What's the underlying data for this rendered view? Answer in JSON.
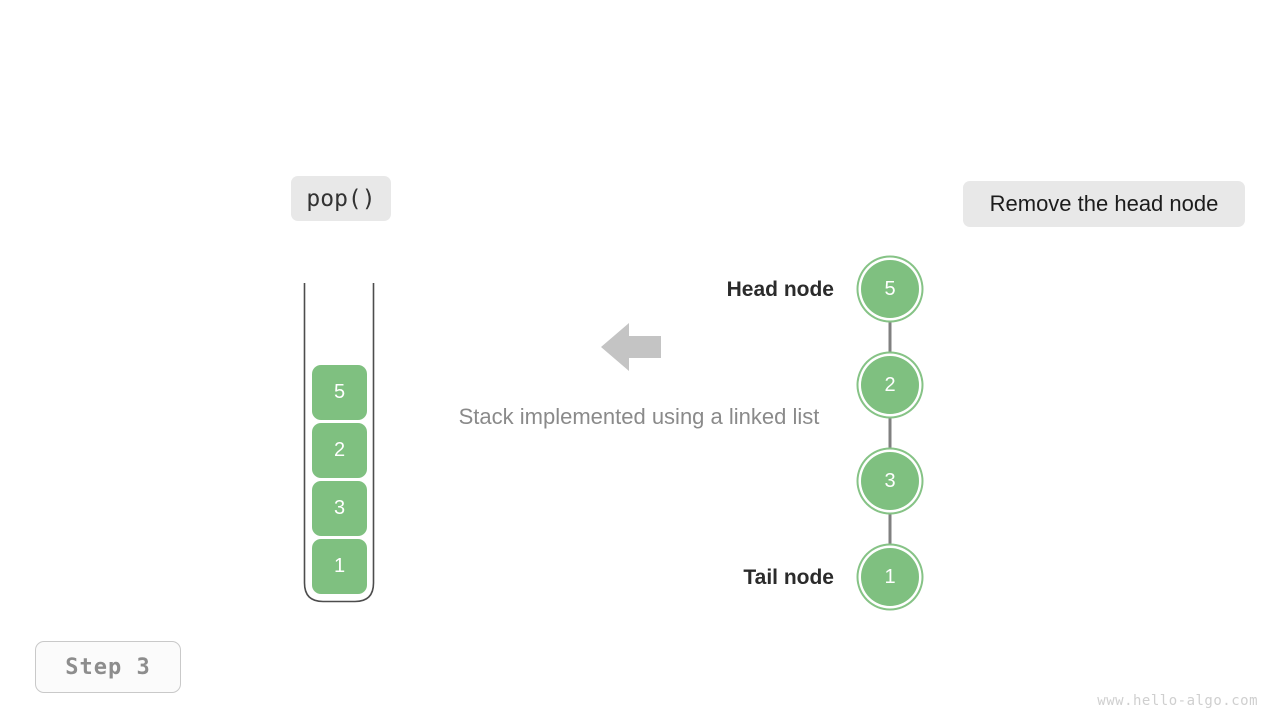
{
  "operation": {
    "label": "pop()"
  },
  "action": {
    "label": "Remove the head node"
  },
  "caption": {
    "text": "Stack implemented using a linked list"
  },
  "step": {
    "label": "Step 3"
  },
  "watermark": {
    "text": "www.hello-algo.com"
  },
  "colors": {
    "node_fill": "#7fc080",
    "node_ring": "#86c386",
    "chip_bg": "#e8e8e8",
    "arrow_gray": "#c4c4c4",
    "link_arrow": "#808080",
    "caption_text": "#8a8a8a",
    "step_text": "#8d8d8d"
  },
  "stack": {
    "orientation": "vertical",
    "open_side": "top",
    "items": [
      {
        "value": "5"
      },
      {
        "value": "2"
      },
      {
        "value": "3"
      },
      {
        "value": "1"
      }
    ]
  },
  "linked_list": {
    "head_label": "Head node",
    "tail_label": "Tail node",
    "nodes": [
      {
        "value": "5",
        "role": "head"
      },
      {
        "value": "2",
        "role": "middle"
      },
      {
        "value": "3",
        "role": "middle"
      },
      {
        "value": "1",
        "role": "tail"
      }
    ],
    "arrow_count": 3
  }
}
